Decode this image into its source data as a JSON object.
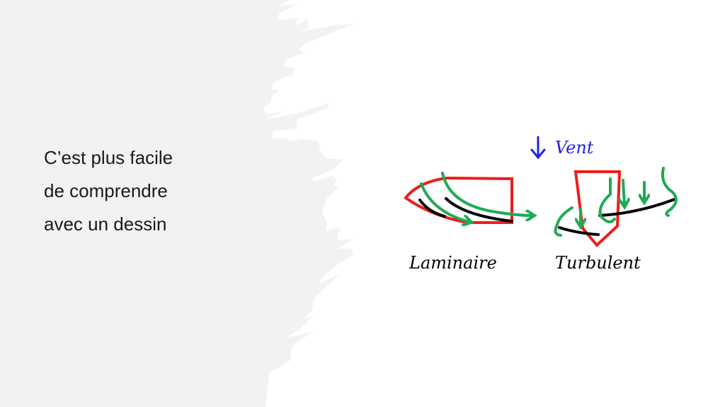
{
  "slide": {
    "text_lines": [
      "C’est plus facile",
      "de comprendre",
      "avec un dessin"
    ]
  },
  "drawing": {
    "wind_label": "Vent",
    "laminar_label": "Laminaire",
    "turbulent_label": "Turbulent",
    "colors": {
      "wing": "#ee1c1c",
      "flow": "#1faa55",
      "surface": "#000000",
      "wind": "#2222dd",
      "panel": "#f2f2f2"
    }
  }
}
